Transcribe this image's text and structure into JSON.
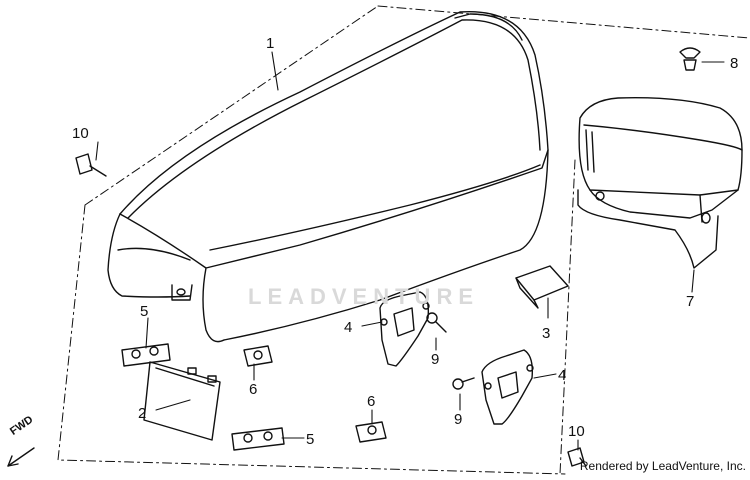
{
  "diagram": {
    "callouts": [
      {
        "id": "c1",
        "label": "1"
      },
      {
        "id": "c2",
        "label": "2"
      },
      {
        "id": "c3",
        "label": "3"
      },
      {
        "id": "c4a",
        "label": "4"
      },
      {
        "id": "c4b",
        "label": "4"
      },
      {
        "id": "c5a",
        "label": "5"
      },
      {
        "id": "c5b",
        "label": "5"
      },
      {
        "id": "c6a",
        "label": "6"
      },
      {
        "id": "c6b",
        "label": "6"
      },
      {
        "id": "c7",
        "label": "7"
      },
      {
        "id": "c8",
        "label": "8"
      },
      {
        "id": "c9a",
        "label": "9"
      },
      {
        "id": "c9b",
        "label": "9"
      },
      {
        "id": "c10a",
        "label": "10"
      },
      {
        "id": "c10b",
        "label": "10"
      }
    ],
    "watermark": "LEADVENTURE",
    "fwd_label": "FWD",
    "credit": "Rendered by LeadVenture, Inc."
  }
}
